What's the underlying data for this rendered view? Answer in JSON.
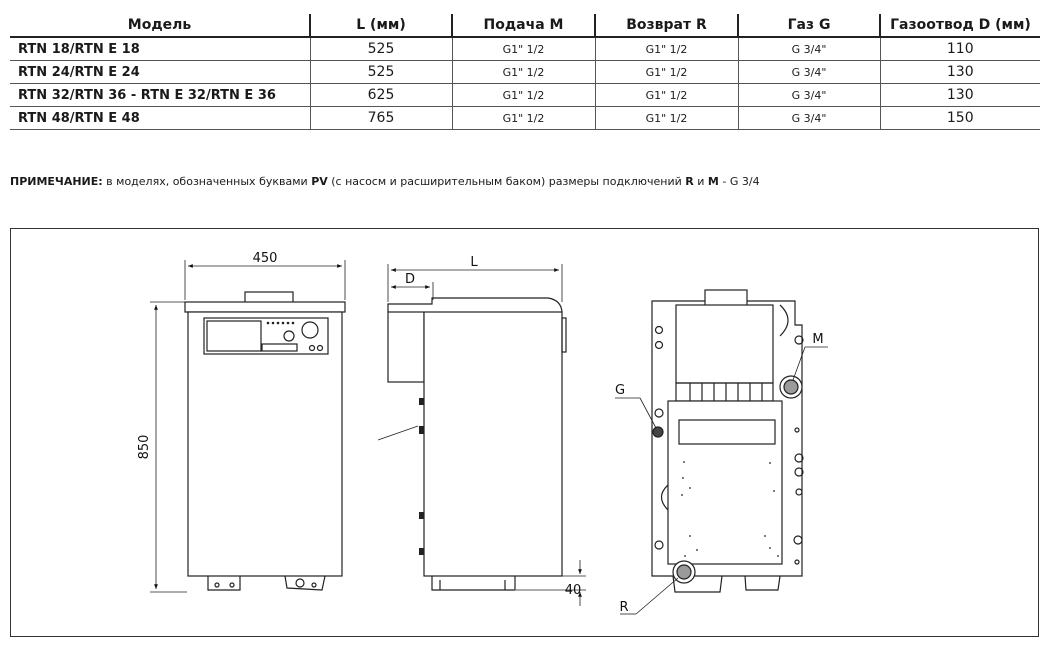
{
  "table": {
    "headers": [
      "Модель",
      "L (мм)",
      "Подача М",
      "Возврат R",
      "Газ G",
      "Газоотвод D (мм)"
    ],
    "rows": [
      [
        "RTN 18/RTN E 18",
        "525",
        "G1\" 1/2",
        "G1\" 1/2",
        "G 3/4\"",
        "110"
      ],
      [
        "RTN 24/RTN E 24",
        "525",
        "G1\" 1/2",
        "G1\" 1/2",
        "G 3/4\"",
        "130"
      ],
      [
        "RTN 32/RTN 36 - RTN E 32/RTN E 36",
        "625",
        "G1\" 1/2",
        "G1\" 1/2",
        "G 3/4\"",
        "130"
      ],
      [
        "RTN 48/RTN E 48",
        "765",
        "G1\" 1/2",
        "G1\" 1/2",
        "G 3/4\"",
        "150"
      ]
    ]
  },
  "note": {
    "label": "ПРИМЕЧАНИЕ:",
    "text1": " в моделях, обозначенных буквами ",
    "pv": "PV",
    "text2": " (с насосм и расширительным баком) размеры подключений ",
    "r": "R",
    "and": " и ",
    "m": "M",
    "text3": " - G 3/4"
  },
  "drawing": {
    "width_dim": "450",
    "height_dim": "850",
    "depth_dim": "L",
    "flue_dim": "D",
    "feet_dim": "40",
    "label_g": "G",
    "label_m": "M",
    "label_r": "R"
  }
}
